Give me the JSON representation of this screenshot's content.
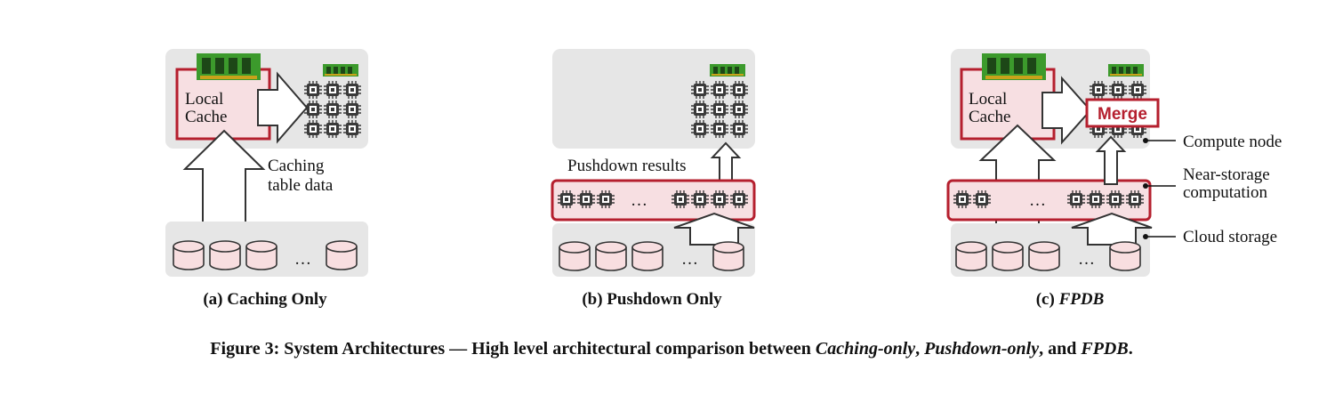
{
  "panels": {
    "a": {
      "local_cache_line1": "Local",
      "local_cache_line2": "Cache",
      "arrow_label_line1": "Caching",
      "arrow_label_line2": "table data",
      "ellipsis": "…",
      "subcaption": "(a) Caching Only"
    },
    "b": {
      "arrow_label": "Pushdown results",
      "ellipsis": "…",
      "storage_ellipsis": "…",
      "subcaption": "(b) Pushdown Only"
    },
    "c": {
      "local_cache_line1": "Local",
      "local_cache_line2": "Cache",
      "merge_label": "Merge",
      "ellipsis": "…",
      "storage_ellipsis": "…",
      "subcaption_prefix": "(c) ",
      "subcaption_name": "FPDB"
    }
  },
  "legend": {
    "compute_node": "Compute node",
    "near_storage_line1": "Near-storage",
    "near_storage_line2": "computation",
    "cloud_storage": "Cloud storage"
  },
  "caption": {
    "prefix": "Figure 3: System Architectures — High level architectural comparison between ",
    "caching_only": "Caching-only",
    "sep1": ", ",
    "pushdown_only": "Pushdown-only",
    "sep2": ", and ",
    "fpdb": "FPDB",
    "end": "."
  },
  "colors": {
    "panel_gray": "#e6e6e6",
    "cache_red": "#b51f2e",
    "cache_fill": "#f7dfe2",
    "cylinder_fill": "#f8dee0",
    "ram_green": "#3c9a2c"
  }
}
